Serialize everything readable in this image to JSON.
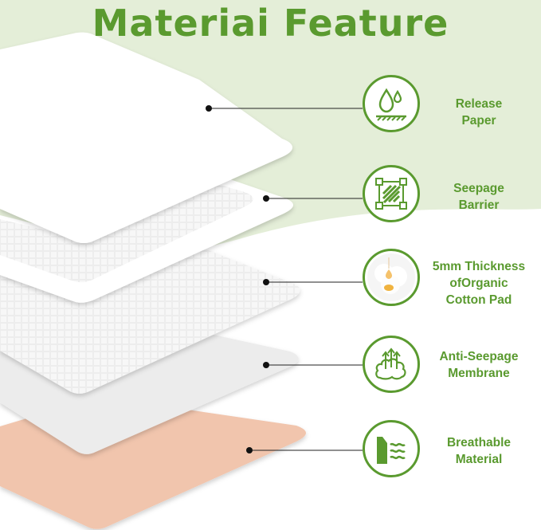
{
  "title": "Materiai Feature",
  "colors": {
    "accent": "#5a9a2f",
    "background_tint": "#e4eed8",
    "base_layer": "#f1c5ad"
  },
  "features": [
    {
      "icon": "water-drops-icon",
      "label": "Release\nPaper"
    },
    {
      "icon": "hatched-square-icon",
      "label": "Seepage\nBarrier"
    },
    {
      "icon": "cotton-pad-icon",
      "label": "5mm Thickness\nofOrganic\nCotton Pad"
    },
    {
      "icon": "cloud-arrows-icon",
      "label": "Anti-Seepage\nMembrane"
    },
    {
      "icon": "waves-icon",
      "label": "Breathable\nMaterial"
    }
  ]
}
